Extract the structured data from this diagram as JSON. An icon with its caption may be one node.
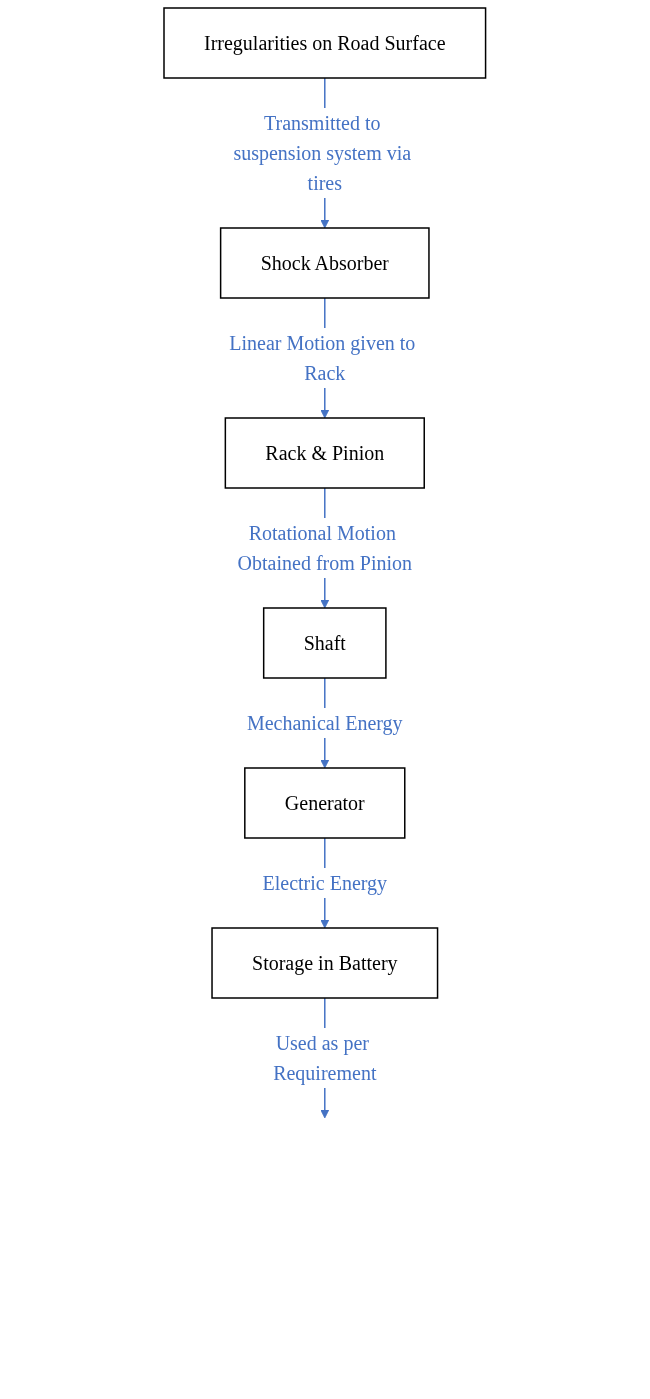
{
  "diagram": {
    "nodes": [
      {
        "text": [
          "Irregularities on Road Surface"
        ]
      },
      {
        "text": [
          "Shock Absorber"
        ]
      },
      {
        "text": [
          "Rack & Pinion"
        ]
      },
      {
        "text": [
          "Shaft"
        ]
      },
      {
        "text": [
          "Generator"
        ]
      },
      {
        "text": [
          "Storage in Battery"
        ]
      }
    ],
    "edges": [
      {
        "from": 0,
        "to": 1,
        "arrow": "to",
        "label": "Transmitted to suspension system via tires"
      },
      {
        "from": 1,
        "to": 2,
        "arrow": "to",
        "label": "Linear Motion given to Rack"
      },
      {
        "from": 2,
        "to": 3,
        "arrow": "to",
        "label": "Rotational Motion Obtained from Pinion"
      },
      {
        "from": 3,
        "to": 4,
        "arrow": "to",
        "label": "Mechanical Energy"
      },
      {
        "from": 4,
        "to": 5,
        "arrow": "to",
        "label": "Electric Energy"
      },
      {
        "from": 5,
        "to": null,
        "arrow": "to",
        "label": "Used as per Requirement"
      }
    ]
  }
}
